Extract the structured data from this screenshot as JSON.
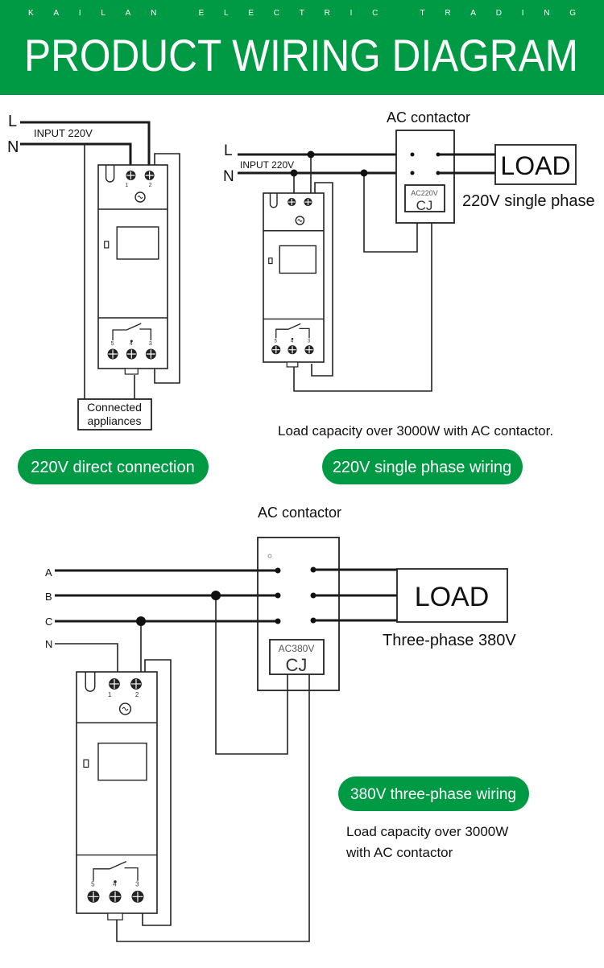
{
  "header": {
    "brand": "KAILAN ELECTRIC TRADING",
    "title": "PRODUCT WIRING DIAGRAM",
    "background_color": "#009944"
  },
  "diagram_direct": {
    "line_label": "L",
    "neutral_label": "N",
    "input_label": "INPUT 220V",
    "appliances_label_line1": "Connected",
    "appliances_label_line2": "appliances",
    "terminals_top": [
      "1",
      "2"
    ],
    "terminals_bottom": [
      "5",
      "4",
      "3"
    ],
    "pill": "220V direct connection"
  },
  "diagram_single_phase": {
    "line_label": "L",
    "neutral_label": "N",
    "input_label": "INPUT 220V",
    "contactor_title": "AC contactor",
    "coil_rating": "AC220V",
    "coil_label": "CJ",
    "load_label": "LOAD",
    "load_caption": "220V single phase",
    "terminals_bottom": [
      "5",
      "4",
      "3"
    ],
    "note": "Load capacity over 3000W with AC contactor.",
    "pill": "220V single phase wiring"
  },
  "diagram_three_phase": {
    "phases": [
      "A",
      "B",
      "C",
      "N"
    ],
    "contactor_title": "AC contactor",
    "coil_rating": "AC380V",
    "coil_label": "CJ",
    "load_label": "LOAD",
    "load_caption": "Three-phase 380V",
    "terminals_top": [
      "1",
      "2"
    ],
    "terminals_bottom": [
      "5",
      "4",
      "3"
    ],
    "pill": "380V three-phase wiring",
    "note_line1": "Load capacity over 3000W",
    "note_line2": "with AC contactor"
  },
  "colors": {
    "accent_green": "#009944",
    "wire": "#1a1a1a"
  }
}
